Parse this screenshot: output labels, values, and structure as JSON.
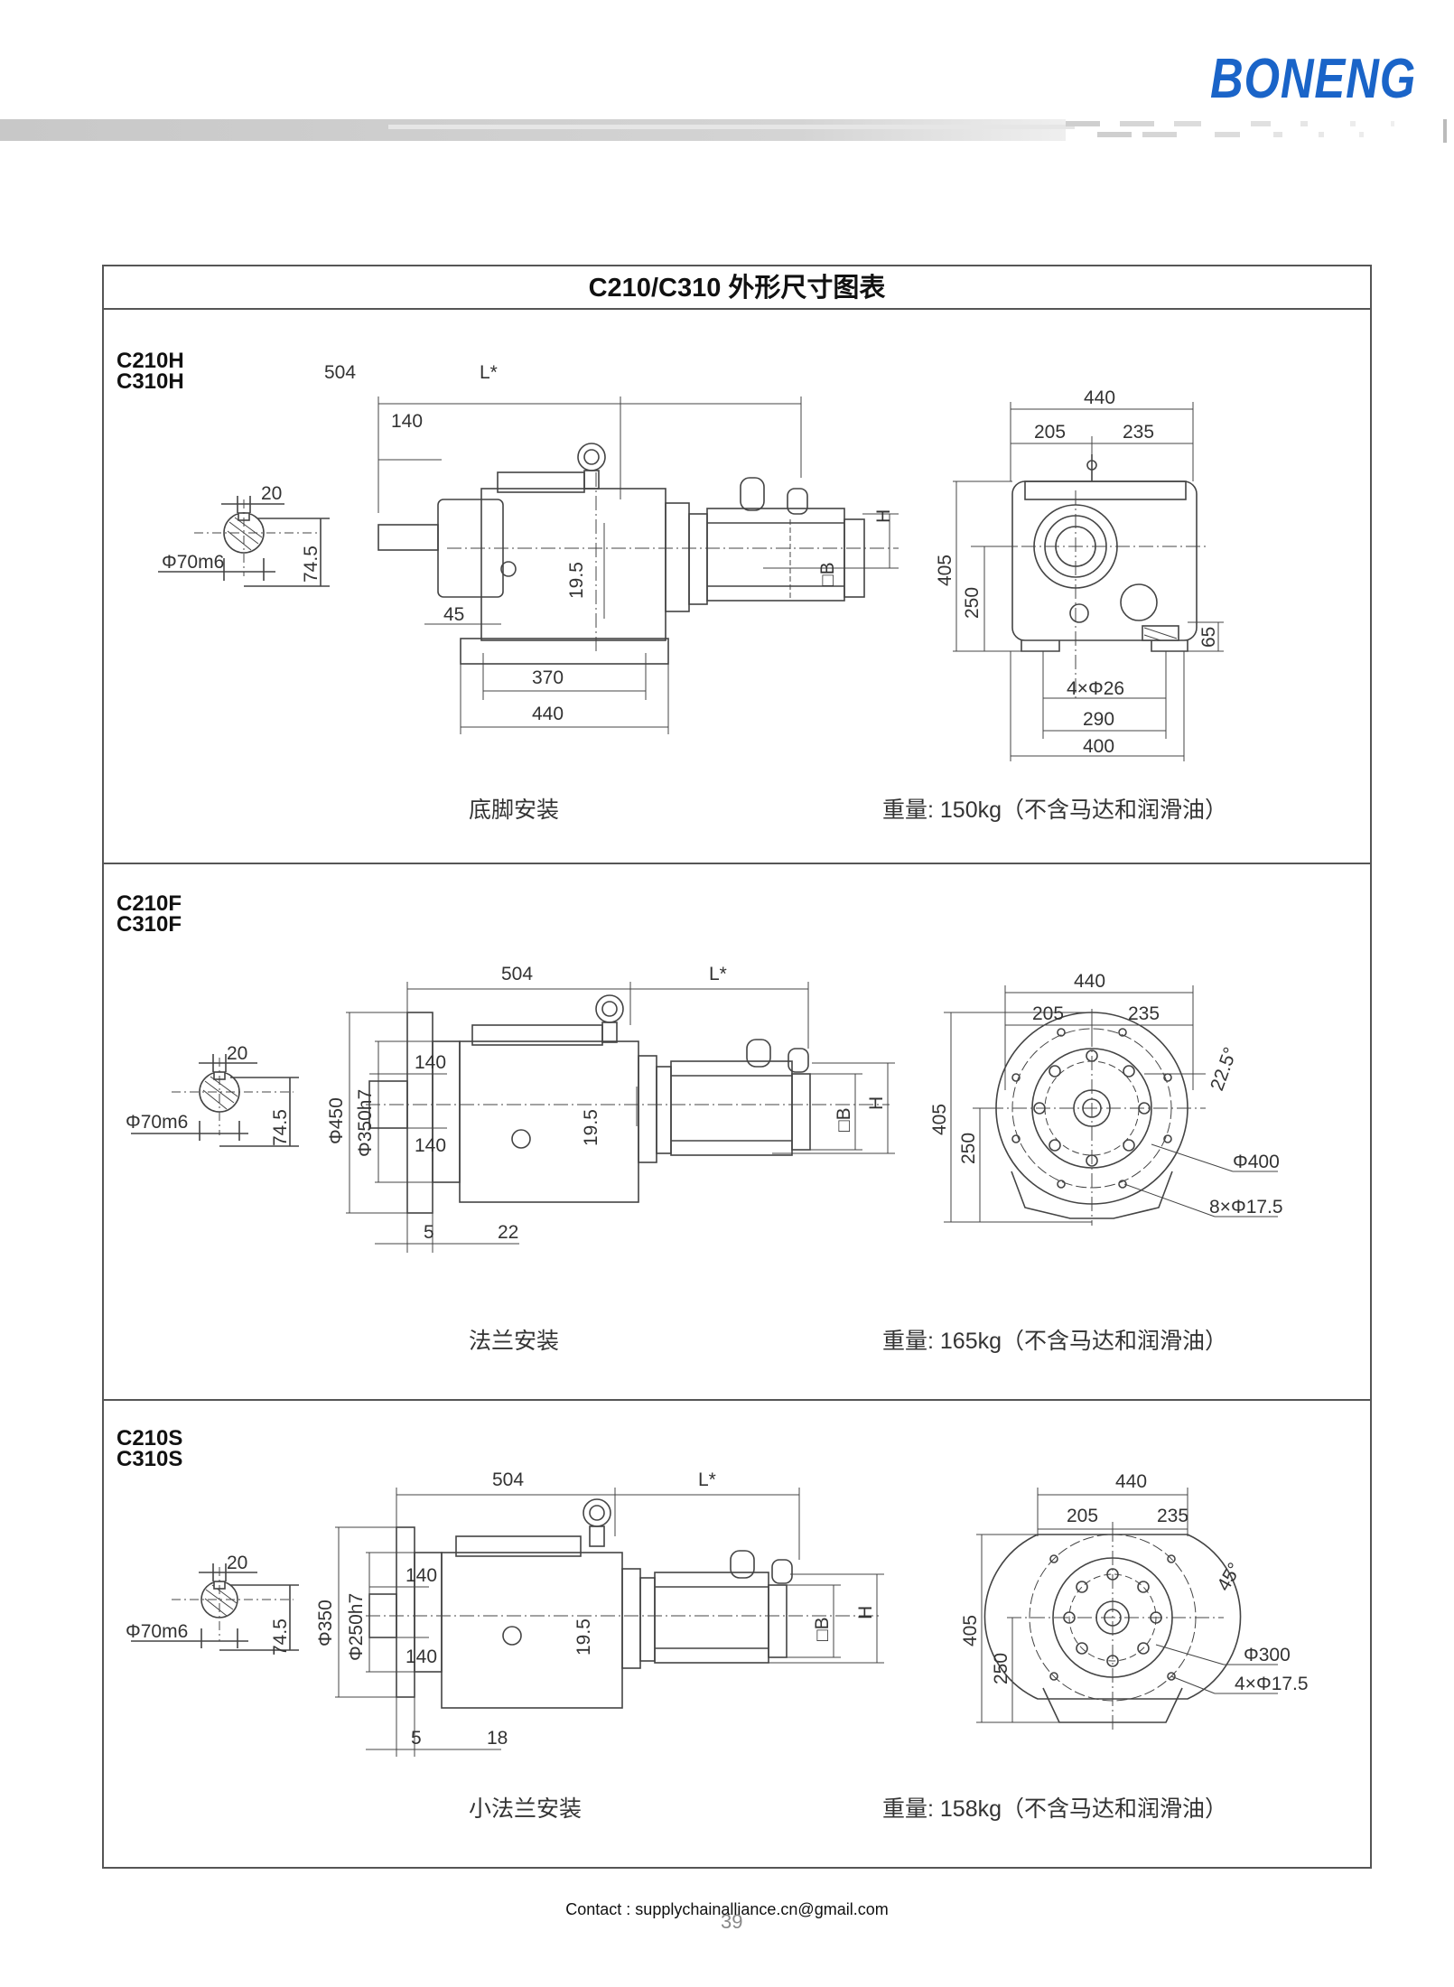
{
  "brand": "BONENG",
  "page_title": "C210/C310 外形尺寸图表",
  "sections": [
    {
      "models": [
        "C210H",
        "C310H"
      ],
      "caption": "底脚安装",
      "weight": "重量: 150kg（不含马达和润滑油）",
      "dims": {
        "len": "504",
        "motor": "L*",
        "shaft_len": "140",
        "key": "20",
        "dia": "Φ70m6",
        "ht": "74.5",
        "foot_off": "45",
        "center": "19.5",
        "foot1": "370",
        "foot2": "440",
        "width": "440",
        "w_left": "205",
        "w_right": "235",
        "height": "405",
        "axis": "250",
        "foot_h": "65",
        "holes": "4×Φ26",
        "base1": "290",
        "base2": "400",
        "H": "H",
        "B": "□B"
      }
    },
    {
      "models": [
        "C210F",
        "C310F"
      ],
      "caption": "法兰安装",
      "weight": "重量: 165kg（不含马达和润滑油）",
      "dims": {
        "len": "504",
        "motor": "L*",
        "shaft_len1": "140",
        "shaft_len2": "140",
        "key": "20",
        "dia": "Φ70m6",
        "ht": "74.5",
        "flange_d": "Φ450",
        "spigot": "Φ350h7",
        "center": "19.5",
        "gap1": "5",
        "gap2": "22",
        "width": "440",
        "w_left": "205",
        "w_right": "235",
        "height": "405",
        "axis": "250",
        "angle": "22.5°",
        "pcd": "Φ400",
        "holes": "8×Φ17.5",
        "H": "H",
        "B": "□B"
      }
    },
    {
      "models": [
        "C210S",
        "C310S"
      ],
      "caption": "小法兰安装",
      "weight": "重量: 158kg（不含马达和润滑油）",
      "dims": {
        "len": "504",
        "motor": "L*",
        "shaft_len1": "140",
        "shaft_len2": "140",
        "key": "20",
        "dia": "Φ70m6",
        "ht": "74.5",
        "flange_d": "Φ350",
        "spigot": "Φ250h7",
        "center": "19.5",
        "gap1": "5",
        "gap2": "18",
        "width": "440",
        "w_left": "205",
        "w_right": "235",
        "height": "405",
        "axis": "250",
        "angle": "45°",
        "pcd": "Φ300",
        "holes": "4×Φ17.5",
        "H": "H",
        "B": "□B"
      }
    }
  ],
  "contact": "Contact : supplychainalliance.cn@gmail.com",
  "page_number": "39"
}
